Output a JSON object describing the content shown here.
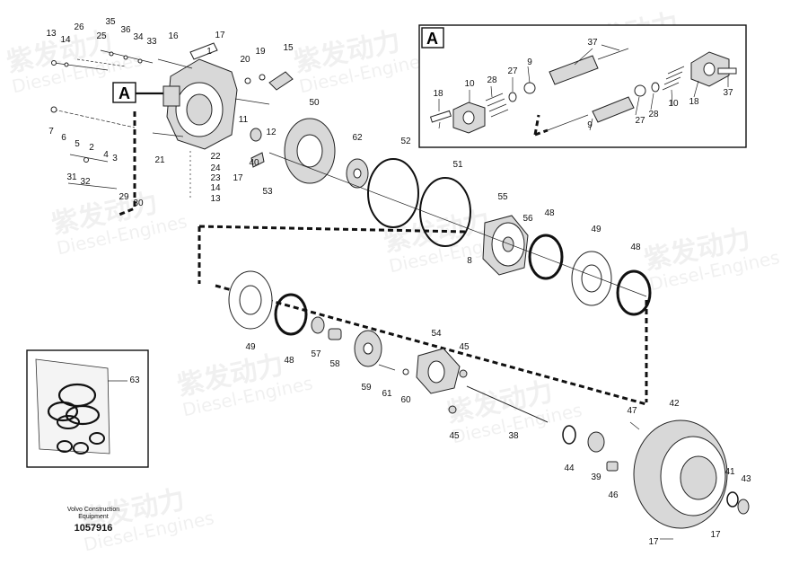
{
  "diagram": {
    "inset_label": "A",
    "callout_label": "A",
    "footer": {
      "company_line1": "Volvo Construction",
      "company_line2": "Equipment",
      "drawing_number": "1057916"
    },
    "watermark": {
      "chinese": "紫发动力",
      "english": "Diesel-Engines"
    },
    "part_labels": [
      "13",
      "14",
      "26",
      "25",
      "35",
      "36",
      "34",
      "33",
      "16",
      "17",
      "1",
      "20",
      "19",
      "15",
      "7",
      "6",
      "5",
      "2",
      "4",
      "3",
      "31",
      "32",
      "29",
      "30",
      "21",
      "22",
      "24",
      "23",
      "14",
      "13",
      "17",
      "11",
      "12",
      "40",
      "53",
      "50",
      "62",
      "52",
      "51",
      "55",
      "56",
      "48",
      "8",
      "49",
      "48",
      "49",
      "48",
      "57",
      "58",
      "59",
      "61",
      "60",
      "54",
      "45",
      "45",
      "38",
      "44",
      "39",
      "46",
      "47",
      "42",
      "41",
      "43",
      "17",
      "17",
      "63",
      "37",
      "18",
      "10",
      "28",
      "27",
      "9",
      "9",
      "27",
      "28",
      "10",
      "18",
      "37"
    ]
  }
}
